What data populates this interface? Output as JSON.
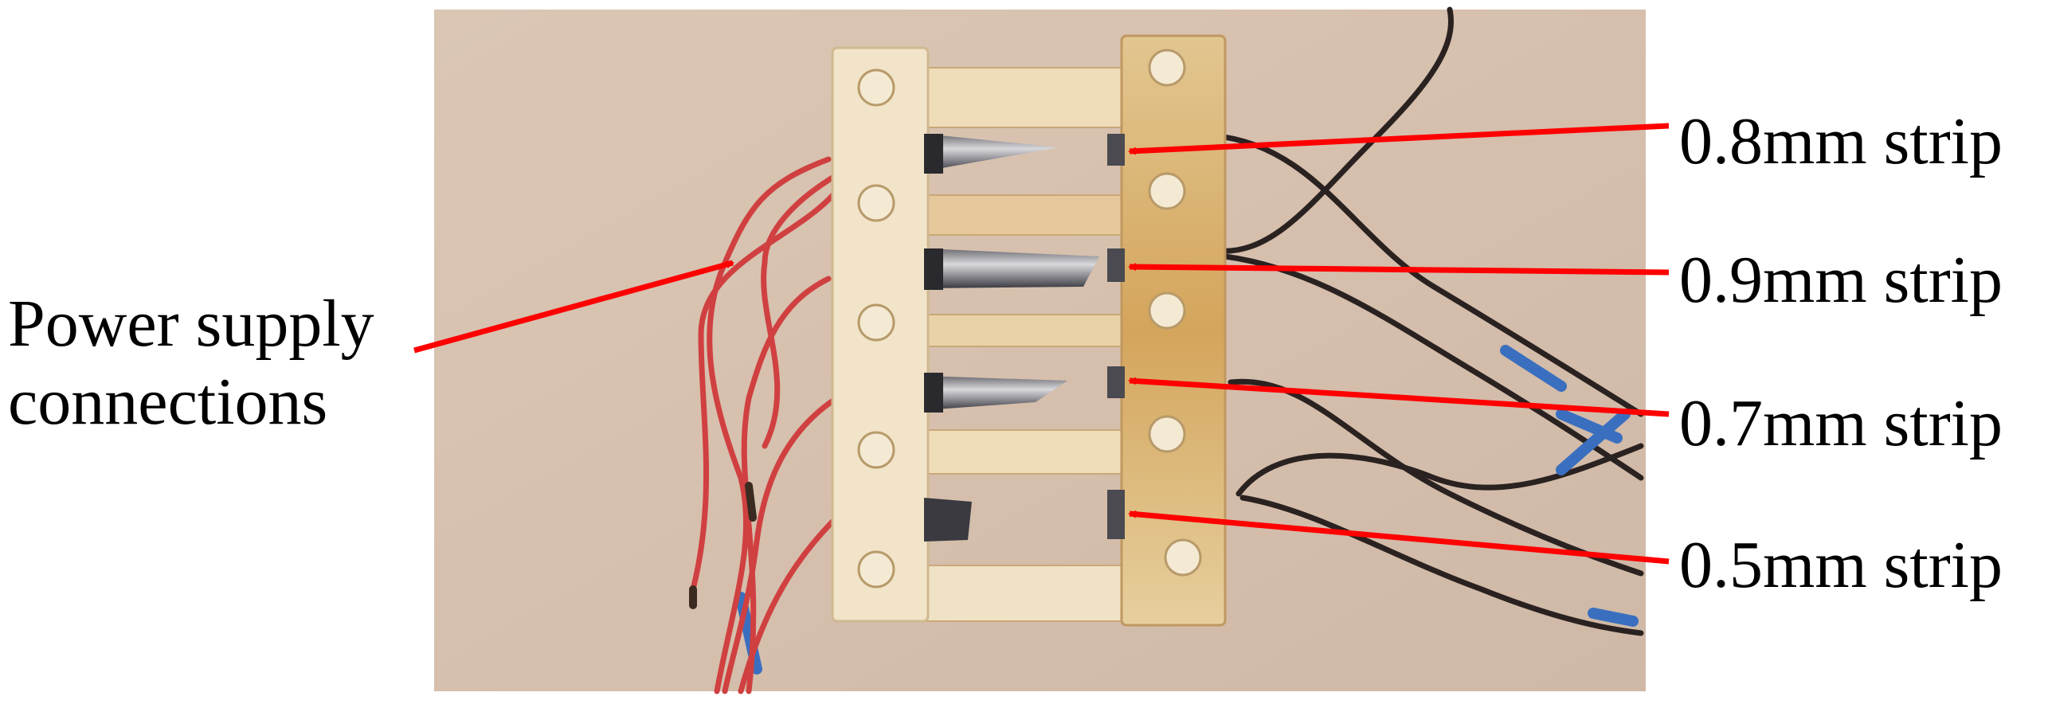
{
  "photo": {
    "subject": "test-fixture-with-strips",
    "colors": {
      "background": "#ffffff",
      "table": "#d8c3b2",
      "fixture": "#efe3c8",
      "rust": "#c08a3c",
      "red_wire": "#d04040",
      "black_wire": "#2a2220",
      "blue_sleeve": "#3a6fc0",
      "arrow": "#ff0000"
    }
  },
  "labels": {
    "power_line1": "Power supply",
    "power_line2": "connections",
    "strip_08": "0.8mm strip",
    "strip_09": "0.9mm strip",
    "strip_07": "0.7mm strip",
    "strip_05": "0.5mm strip"
  }
}
